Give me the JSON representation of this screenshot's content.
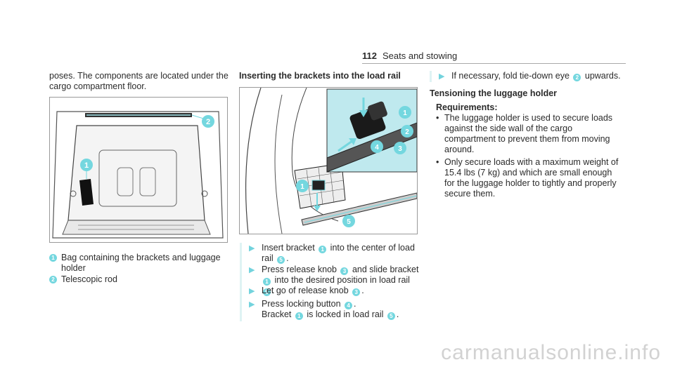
{
  "header": {
    "page_number": "112",
    "section": "Seats and stowing"
  },
  "col1": {
    "intro": "poses. The components are located under the cargo compartment floor.",
    "captions": [
      {
        "num": "1",
        "text": "Bag containing the brackets and luggage holder"
      },
      {
        "num": "2",
        "text": "Telescopic rod"
      }
    ]
  },
  "col2": {
    "heading": "Inserting the brackets into the load rail",
    "steps": [
      {
        "parts": [
          "Insert bracket ",
          "1",
          " into the center of load rail ",
          "5",
          "."
        ]
      },
      {
        "parts": [
          "Press release knob ",
          "3",
          " and slide bracket ",
          "1",
          " into the desired position in load rail ",
          "5",
          "."
        ]
      },
      {
        "parts": [
          "Let go of release knob ",
          "3",
          "."
        ]
      },
      {
        "parts": [
          "Press locking button ",
          "4",
          "."
        ],
        "line2": [
          "Bracket ",
          "1",
          " is locked in load rail ",
          "5",
          "."
        ]
      }
    ]
  },
  "col3": {
    "step": {
      "parts": [
        "If necessary, fold tie-down eye ",
        "2",
        " upwards."
      ]
    },
    "heading": "Tensioning the luggage holder",
    "req_label": "Requirements:",
    "reqs": [
      "The luggage holder is used to secure loads against the side wall of the cargo compartment to prevent them from moving around.",
      "Only secure loads with a maximum weight of 15.4 lbs (7 kg) and which are small enough for the luggage holder to tightly and properly secure them."
    ]
  },
  "watermark": "carmanualsonline.info",
  "colors": {
    "accent": "#74d7df"
  }
}
